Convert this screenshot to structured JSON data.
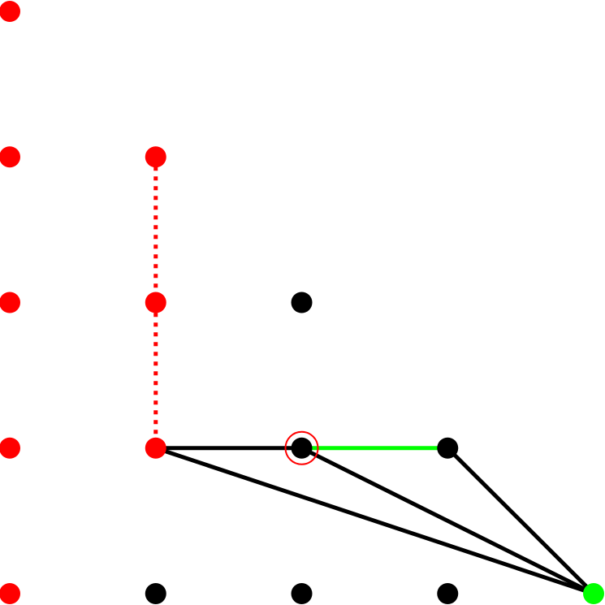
{
  "colors": {
    "background": "#ffffff",
    "red": "#ff0000",
    "black": "#000000",
    "green": "#00ff00"
  },
  "nodes": [
    {
      "id": "n-0-0",
      "col": 0,
      "row": 0,
      "color": "red"
    },
    {
      "id": "n-0-1",
      "col": 0,
      "row": 1,
      "color": "red"
    },
    {
      "id": "n-1-1",
      "col": 1,
      "row": 1,
      "color": "red"
    },
    {
      "id": "n-0-2",
      "col": 0,
      "row": 2,
      "color": "red"
    },
    {
      "id": "n-1-2",
      "col": 1,
      "row": 2,
      "color": "red"
    },
    {
      "id": "n-2-2",
      "col": 2,
      "row": 2,
      "color": "black"
    },
    {
      "id": "n-0-3",
      "col": 0,
      "row": 3,
      "color": "red"
    },
    {
      "id": "n-1-3",
      "col": 1,
      "row": 3,
      "color": "red"
    },
    {
      "id": "n-2-3",
      "col": 2,
      "row": 3,
      "color": "black",
      "highlighted": true
    },
    {
      "id": "n-3-3",
      "col": 3,
      "row": 3,
      "color": "black"
    },
    {
      "id": "n-0-4",
      "col": 0,
      "row": 4,
      "color": "red"
    },
    {
      "id": "n-1-4",
      "col": 1,
      "row": 4,
      "color": "black"
    },
    {
      "id": "n-2-4",
      "col": 2,
      "row": 4,
      "color": "black"
    },
    {
      "id": "n-3-4",
      "col": 3,
      "row": 4,
      "color": "black"
    },
    {
      "id": "n-4-4",
      "col": 4,
      "row": 4,
      "color": "green"
    }
  ],
  "edges": [
    {
      "from": "n-1-1",
      "to": "n-1-3",
      "color": "red",
      "style": "dotted"
    },
    {
      "from": "n-1-3",
      "to": "n-2-3",
      "color": "black",
      "style": "solid"
    },
    {
      "from": "n-2-3",
      "to": "n-3-3",
      "color": "green",
      "style": "solid"
    },
    {
      "from": "n-1-3",
      "to": "n-4-4",
      "color": "black",
      "style": "solid"
    },
    {
      "from": "n-2-3",
      "to": "n-4-4",
      "color": "black",
      "style": "solid"
    },
    {
      "from": "n-3-3",
      "to": "n-4-4",
      "color": "black",
      "style": "solid"
    }
  ]
}
